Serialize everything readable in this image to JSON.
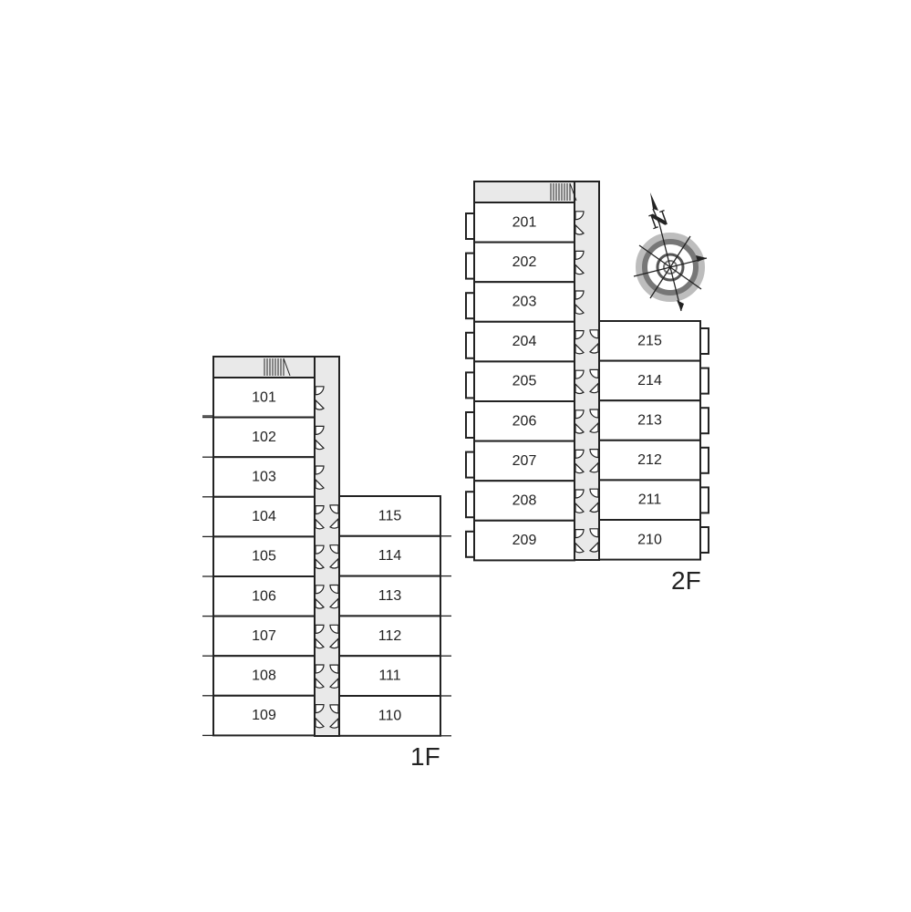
{
  "floors": [
    {
      "label": "1F",
      "left_units": [
        "101",
        "102",
        "103",
        "104",
        "105",
        "106",
        "107",
        "108",
        "109"
      ],
      "right_units": [
        "115",
        "114",
        "113",
        "112",
        "111",
        "110"
      ]
    },
    {
      "label": "2F",
      "left_units": [
        "201",
        "202",
        "203",
        "204",
        "205",
        "206",
        "207",
        "208",
        "209"
      ],
      "right_units": [
        "215",
        "214",
        "213",
        "212",
        "211",
        "210"
      ]
    }
  ],
  "compass": {
    "north_label": "N",
    "icon": "compass-rose-icon"
  },
  "colors": {
    "line": "#222222",
    "corridor": "#e9e9e9",
    "compass_ring": "#8a8a8a"
  }
}
